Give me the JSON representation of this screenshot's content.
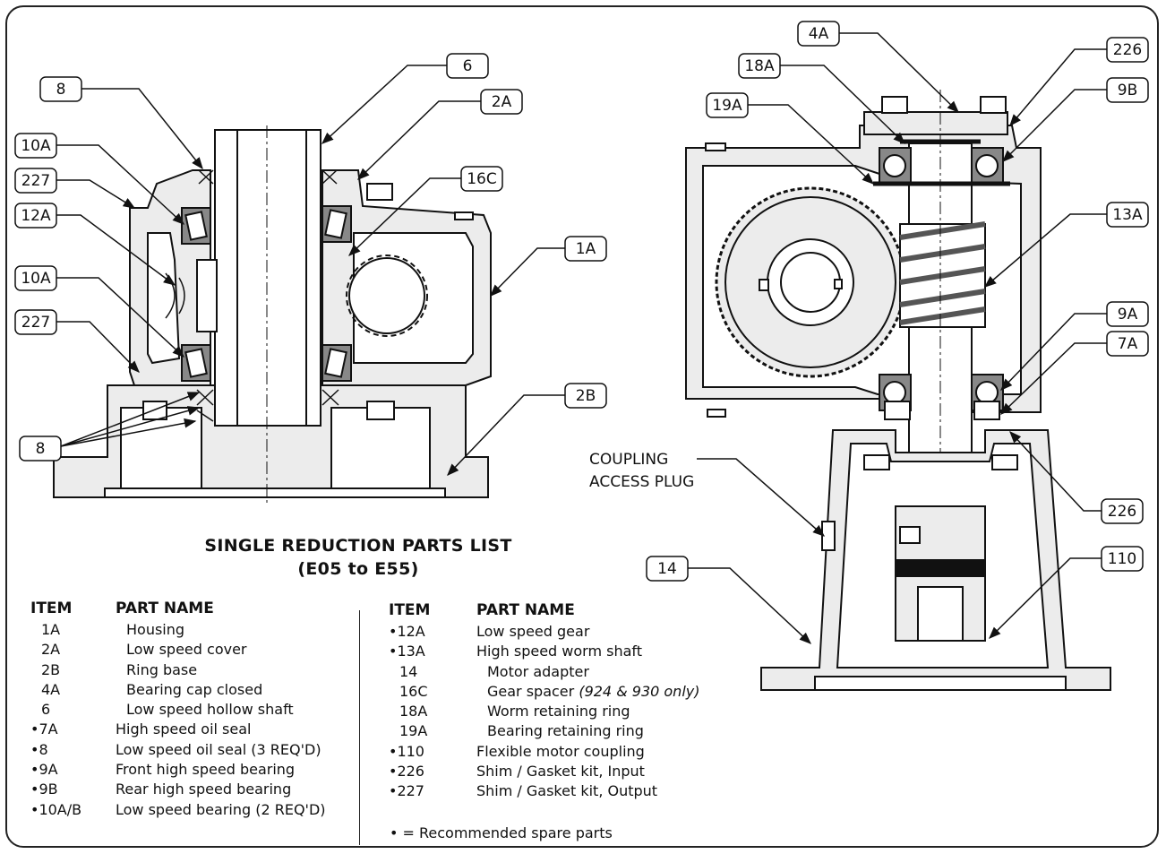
{
  "title": {
    "line1": "SINGLE REDUCTION PARTS LIST",
    "line2": "(E05 to E55)"
  },
  "callouts": {
    "c8_top": "8",
    "c6": "6",
    "c2A": "2A",
    "c10A_top": "10A",
    "c227_top": "227",
    "c16C": "16C",
    "c12A": "12A",
    "c1A": "1A",
    "c10A_bot": "10A",
    "c227_bot": "227",
    "c2B": "2B",
    "c8_bot": "8",
    "c4A": "4A",
    "c226_top": "226",
    "c18A": "18A",
    "c9B": "9B",
    "c19A": "19A",
    "c13A": "13A",
    "c9A": "9A",
    "c7A": "7A",
    "c226_bot": "226",
    "c110": "110",
    "c14": "14"
  },
  "coupling_label": {
    "line1": "COUPLING",
    "line2": "ACCESS PLUG"
  },
  "parts_left": {
    "header_item": "ITEM",
    "header_name": "PART NAME",
    "rows": [
      {
        "item": "1A",
        "name": "Housing"
      },
      {
        "item": "2A",
        "name": "Low speed cover"
      },
      {
        "item": "2B",
        "name": "Ring base"
      },
      {
        "item": "4A",
        "name": "Bearing cap closed"
      },
      {
        "item": "6",
        "name": "Low speed hollow shaft"
      },
      {
        "item": "•7A",
        "name": "High speed oil seal"
      },
      {
        "item": "•8",
        "name": "Low speed oil seal (3 REQ'D)"
      },
      {
        "item": "•9A",
        "name": "Front high speed bearing"
      },
      {
        "item": "•9B",
        "name": "Rear high speed bearing"
      },
      {
        "item": "•10A/B",
        "name": "Low speed bearing (2 REQ'D)"
      }
    ]
  },
  "parts_right": {
    "header_item": "ITEM",
    "header_name": "PART NAME",
    "rows": [
      {
        "item": "•12A",
        "name": "Low speed gear"
      },
      {
        "item": "•13A",
        "name": "High speed worm shaft"
      },
      {
        "item": "14",
        "name": "Motor adapter"
      },
      {
        "item": "16C",
        "name": "Gear spacer",
        "note": "(924 & 930 only)"
      },
      {
        "item": "18A",
        "name": "Worm retaining ring"
      },
      {
        "item": "19A",
        "name": "Bearing retaining ring"
      },
      {
        "item": "•110",
        "name": "Flexible motor coupling"
      },
      {
        "item": "•226",
        "name": "Shim / Gasket kit, Input"
      },
      {
        "item": "•227",
        "name": "Shim / Gasket kit, Output"
      }
    ]
  },
  "footnote": "• = Recommended spare parts"
}
